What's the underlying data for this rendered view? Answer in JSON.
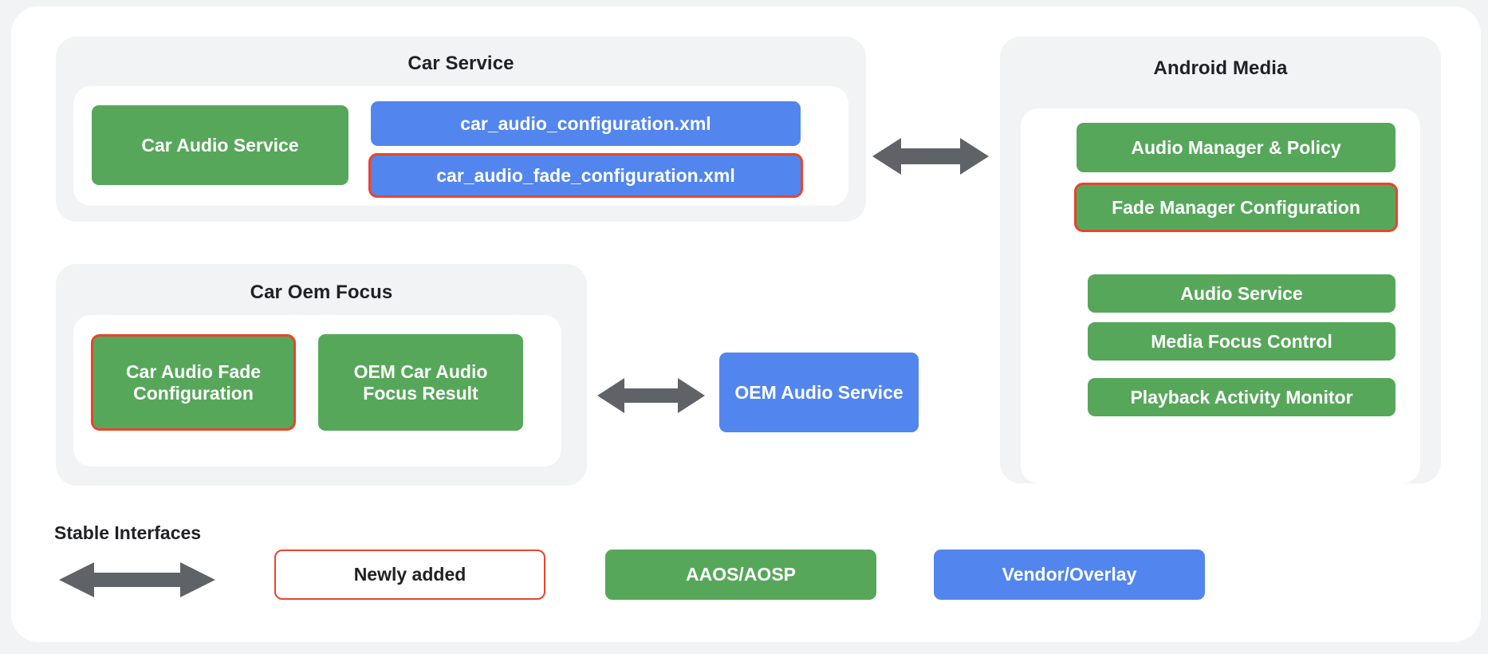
{
  "diagram": {
    "title_present": false,
    "colors": {
      "page_background": "#f1f3f4",
      "card_background": "#ffffff",
      "group_background": "#f1f3f4",
      "green": "#57a75b",
      "blue": "#5286ee",
      "highlight_red": "#e8452c",
      "arrow_gray": "#5f6368",
      "text_dark": "#202124",
      "text_light": "#ffffff"
    },
    "groups": [
      {
        "id": "car-service",
        "title": "Car Service",
        "nodes": [
          {
            "id": "car-audio-service",
            "label": "Car Audio Service",
            "style": "green"
          },
          {
            "id": "car-audio-configuration-xml",
            "label": "car_audio_configuration.xml",
            "style": "blue"
          },
          {
            "id": "car-audio-fade-configuration-xml",
            "label": "car_audio_fade_configuration.xml",
            "style": "blue-outlined"
          }
        ]
      },
      {
        "id": "car-oem-focus",
        "title": "Car Oem Focus",
        "nodes": [
          {
            "id": "car-audio-fade-configuration",
            "label": "Car Audio Fade Configuration",
            "style": "green-outlined"
          },
          {
            "id": "oem-car-audio-focus-result",
            "label": "OEM Car Audio Focus Result",
            "style": "green"
          }
        ]
      },
      {
        "id": "android-media",
        "title": "Android Media",
        "nodes": [
          {
            "id": "audio-manager-policy",
            "label": "Audio Manager & Policy",
            "style": "green"
          },
          {
            "id": "fade-manager-configuration",
            "label": "Fade Manager Configuration",
            "style": "green-outlined"
          },
          {
            "id": "audio-service",
            "label": "Audio Service",
            "style": "green"
          },
          {
            "id": "media-focus-control",
            "label": "Media Focus Control",
            "style": "green"
          },
          {
            "id": "playback-activity-monitor",
            "label": "Playback Activity Monitor",
            "style": "green"
          }
        ]
      }
    ],
    "standalone_nodes": [
      {
        "id": "oem-audio-service",
        "label": "OEM Audio Service",
        "style": "blue"
      }
    ],
    "connections": [
      {
        "id": "car-service-to-android-media",
        "type": "double-arrow",
        "from": "car-service",
        "to": "android-media"
      },
      {
        "id": "car-oem-focus-to-oem-audio-service",
        "type": "double-arrow",
        "from": "car-oem-focus",
        "to": "oem-audio-service"
      }
    ],
    "legend": {
      "arrow_label": "Stable Interfaces",
      "items": [
        {
          "id": "newly-added",
          "label": "Newly added",
          "style": "white-outlined"
        },
        {
          "id": "aaos-aosp",
          "label": "AAOS/AOSP",
          "style": "green"
        },
        {
          "id": "vendor-overlay",
          "label": "Vendor/Overlay",
          "style": "blue"
        }
      ]
    }
  }
}
